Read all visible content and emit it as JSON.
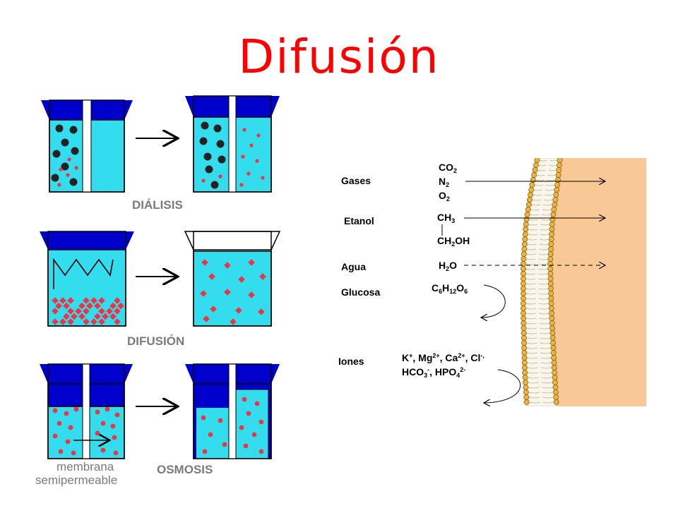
{
  "title": "Difusión",
  "left_panels": {
    "dialysis_label": "DIÁLISIS",
    "diffusion_label": "DIFUSIÓN",
    "osmosis_label": "OSMOSIS",
    "membrane_label_line1": "membrana",
    "membrane_label_line2": "semipermeable"
  },
  "membrane_diagram": {
    "rows": [
      {
        "label": "Gases",
        "molecules": [
          "CO2",
          "N2",
          "O2"
        ]
      },
      {
        "label": "Etanol",
        "molecules": [
          "CH3",
          "CH2OH"
        ]
      },
      {
        "label": "Agua",
        "molecules": [
          "H2O"
        ]
      },
      {
        "label": "Glucosa",
        "molecules": [
          "C6H12O6"
        ]
      },
      {
        "label": "Iones",
        "molecules": [
          "K+, Mg2+, Ca2+, Cl-,",
          "HCO3-, HPO42-"
        ]
      }
    ]
  },
  "colors": {
    "title": "#ff0000",
    "water": "#33ddee",
    "cap": "#0000cc",
    "particle_dark": "#222222",
    "particle_red": "#ee3344",
    "outside": "#f8c896",
    "lipid_head": "#f2b233"
  }
}
